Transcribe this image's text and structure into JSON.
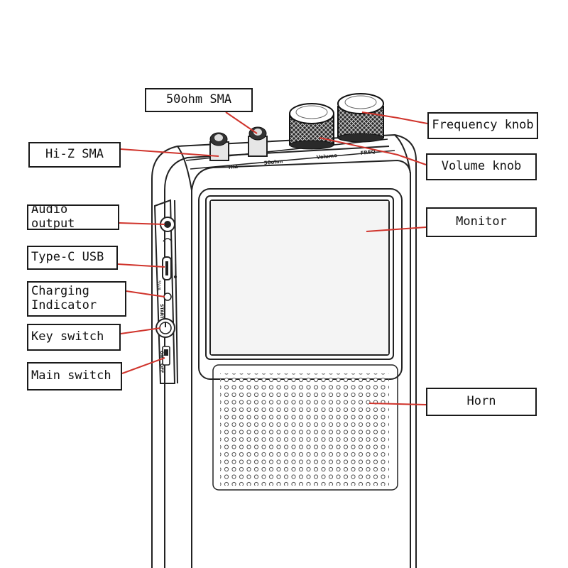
{
  "labels": {
    "sma_50ohm": "50ohm SMA",
    "hi_z_sma": "Hi-Z SMA",
    "frequency_knob": "Frequency knob",
    "volume_knob": "Volume knob",
    "monitor": "Monitor",
    "audio_output": "Audio output",
    "type_c_usb": "Type-C USB",
    "charging_indicator_line1": "Charging",
    "charging_indicator_line2": "Indicator",
    "key_switch": "Key switch",
    "main_switch": "Main switch",
    "horn": "Horn"
  },
  "device_markings": {
    "top_hiz": "HiZ",
    "top_50ohm": "50ohm",
    "top_volume": "Volume",
    "top_freq": "FREQ",
    "side_usb": "5V/A",
    "side_start": "START",
    "side_on": "ON",
    "side_off": "OFF"
  },
  "colors": {
    "arrow": "#d0342c",
    "outline": "#1a1a1a",
    "background": "#ffffff"
  }
}
